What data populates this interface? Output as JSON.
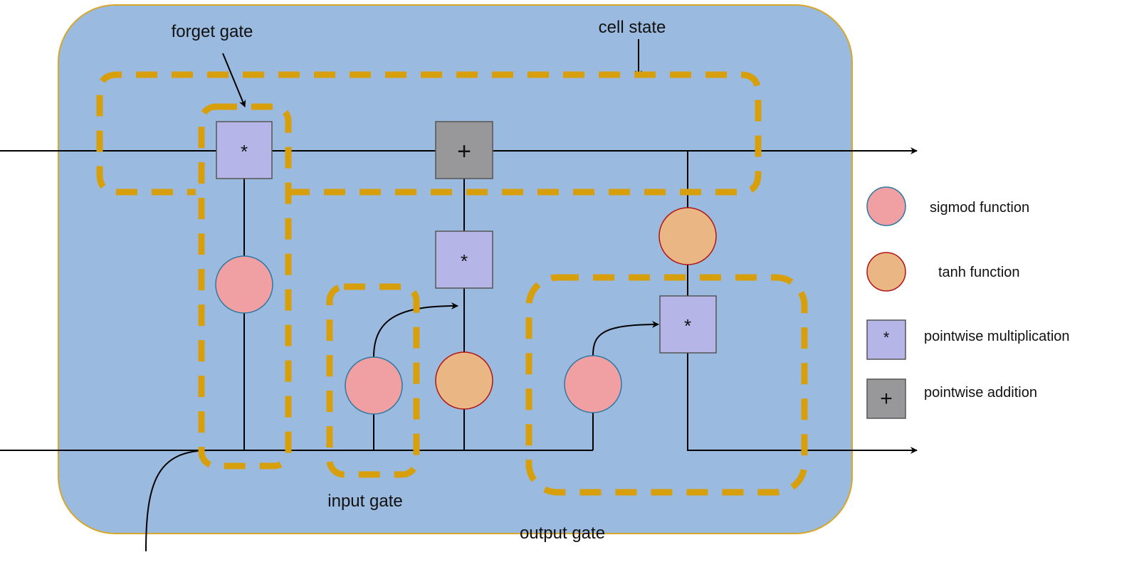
{
  "labels": {
    "forget_gate": "forget gate",
    "cell_state": "cell state",
    "input_gate": "input gate",
    "output_gate": "output gate"
  },
  "ops": {
    "multiply": "*",
    "add": "+"
  },
  "legend": [
    {
      "icon": "sigmoid-circle",
      "label": "sigmod function"
    },
    {
      "icon": "tanh-circle",
      "label": "tanh function"
    },
    {
      "icon": "multiply-box",
      "symbol": "*",
      "label": "pointwise multiplication"
    },
    {
      "icon": "add-box",
      "symbol": "+",
      "label": "pointwise addition"
    }
  ],
  "colors": {
    "cell_background": "#9bbadf",
    "cell_border": "#d6a728",
    "gate_dash": "#d89f0c",
    "sigmoid_fill": "#f0a0a3",
    "sigmoid_stroke": "#2f78a0",
    "tanh_fill": "#eab784",
    "tanh_stroke": "#b01515",
    "multiply_fill": "#b6b5e8",
    "add_fill": "#98989b"
  }
}
